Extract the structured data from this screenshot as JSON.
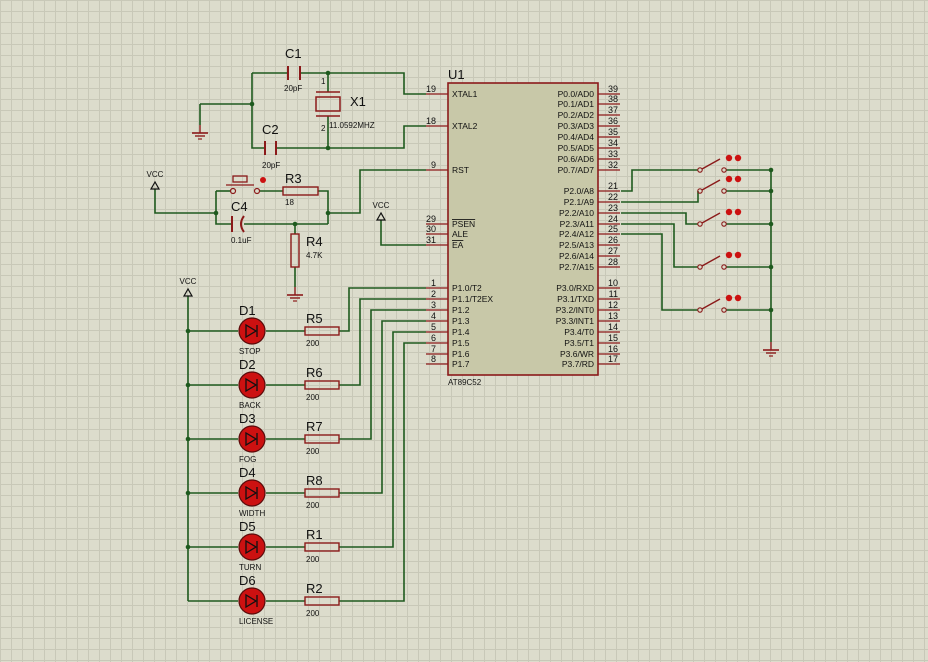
{
  "mcu": {
    "ref": "U1",
    "part": "AT89C52",
    "left_pins": [
      {
        "num": "19",
        "name": "XTAL1"
      },
      {
        "num": "18",
        "name": "XTAL2"
      },
      {
        "num": "9",
        "name": "RST"
      },
      {
        "num": "29",
        "name": "PSEN"
      },
      {
        "num": "30",
        "name": "ALE"
      },
      {
        "num": "31",
        "name": "EA"
      },
      {
        "num": "1",
        "name": "P1.0/T2"
      },
      {
        "num": "2",
        "name": "P1.1/T2EX"
      },
      {
        "num": "3",
        "name": "P1.2"
      },
      {
        "num": "4",
        "name": "P1.3"
      },
      {
        "num": "5",
        "name": "P1.4"
      },
      {
        "num": "6",
        "name": "P1.5"
      },
      {
        "num": "7",
        "name": "P1.6"
      },
      {
        "num": "8",
        "name": "P1.7"
      }
    ],
    "right_pins": [
      {
        "num": "39",
        "name": "P0.0/AD0"
      },
      {
        "num": "38",
        "name": "P0.1/AD1"
      },
      {
        "num": "37",
        "name": "P0.2/AD2"
      },
      {
        "num": "36",
        "name": "P0.3/AD3"
      },
      {
        "num": "35",
        "name": "P0.4/AD4"
      },
      {
        "num": "34",
        "name": "P0.5/AD5"
      },
      {
        "num": "33",
        "name": "P0.6/AD6"
      },
      {
        "num": "32",
        "name": "P0.7/AD7"
      },
      {
        "num": "21",
        "name": "P2.0/A8"
      },
      {
        "num": "22",
        "name": "P2.1/A9"
      },
      {
        "num": "23",
        "name": "P2.2/A10"
      },
      {
        "num": "24",
        "name": "P2.3/A11"
      },
      {
        "num": "25",
        "name": "P2.4/A12"
      },
      {
        "num": "26",
        "name": "P2.5/A13"
      },
      {
        "num": "27",
        "name": "P2.6/A14"
      },
      {
        "num": "28",
        "name": "P2.7/A15"
      },
      {
        "num": "10",
        "name": "P3.0/RXD"
      },
      {
        "num": "11",
        "name": "P3.1/TXD"
      },
      {
        "num": "12",
        "name": "P3.2/INT0"
      },
      {
        "num": "13",
        "name": "P3.3/INT1"
      },
      {
        "num": "14",
        "name": "P3.4/T0"
      },
      {
        "num": "15",
        "name": "P3.5/T1"
      },
      {
        "num": "16",
        "name": "P3.6/WR"
      },
      {
        "num": "17",
        "name": "P3.7/RD"
      }
    ]
  },
  "crystal": {
    "ref": "X1",
    "value": "11.0592MHZ",
    "pin1": "1",
    "pin2": "2"
  },
  "caps": [
    {
      "ref": "C1",
      "value": "20pF"
    },
    {
      "ref": "C2",
      "value": "20pF"
    },
    {
      "ref": "C4",
      "value": "0.1uF"
    }
  ],
  "reset_resistors": [
    {
      "ref": "R3",
      "value": "18"
    },
    {
      "ref": "R4",
      "value": "4.7K"
    }
  ],
  "vcc_label": "VCC",
  "leds": [
    {
      "ref": "D1",
      "name": "STOP",
      "res_ref": "R5",
      "res_val": "200"
    },
    {
      "ref": "D2",
      "name": "BACK",
      "res_ref": "R6",
      "res_val": "200"
    },
    {
      "ref": "D3",
      "name": "FOG",
      "res_ref": "R7",
      "res_val": "200"
    },
    {
      "ref": "D4",
      "name": "WIDTH",
      "res_ref": "R8",
      "res_val": "200"
    },
    {
      "ref": "D5",
      "name": "TURN",
      "res_ref": "R1",
      "res_val": "200"
    },
    {
      "ref": "D6",
      "name": "LICENSE",
      "res_ref": "R2",
      "res_val": "200"
    }
  ],
  "switch_count": 5,
  "colors": {
    "wire": "#1e5a1e",
    "part": "#8b1a1a",
    "ic_fill": "#c8c8a8",
    "led_fill": "#cc1111",
    "text": "#111111"
  }
}
